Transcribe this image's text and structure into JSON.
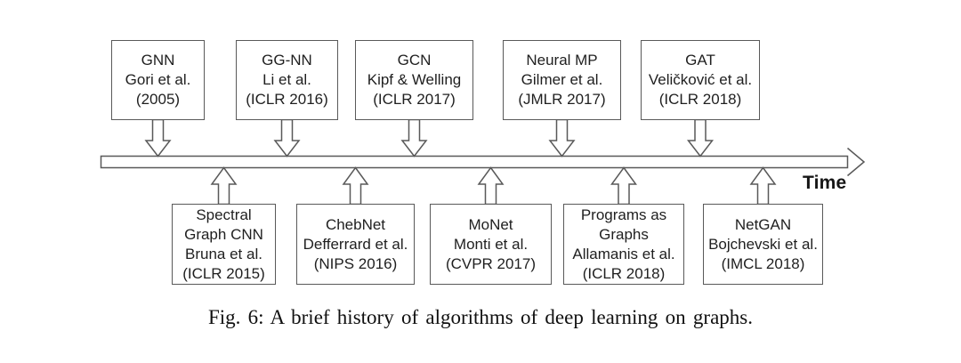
{
  "figure": {
    "caption": "Fig. 6: A brief history of algorithms of deep learning on graphs.",
    "time_axis_label": "Time"
  },
  "timeline": {
    "top_boxes": [
      {
        "id": "gnn",
        "lines": [
          "GNN",
          "Gori et al.",
          "(2005)"
        ]
      },
      {
        "id": "gg-nn",
        "lines": [
          "GG-NN",
          "Li et al.",
          "(ICLR 2016)"
        ]
      },
      {
        "id": "gcn",
        "lines": [
          "GCN",
          "Kipf & Welling",
          "(ICLR 2017)"
        ]
      },
      {
        "id": "neural-mp",
        "lines": [
          "Neural MP",
          "Gilmer et al.",
          "(JMLR 2017)"
        ]
      },
      {
        "id": "gat",
        "lines": [
          "GAT",
          "Veličković et al.",
          "(ICLR 2018)"
        ]
      }
    ],
    "bottom_boxes": [
      {
        "id": "spectral-graph-cnn",
        "lines": [
          "Spectral",
          "Graph CNN",
          "Bruna et al.",
          "(ICLR 2015)"
        ]
      },
      {
        "id": "chebnet",
        "lines": [
          "ChebNet",
          "Defferrard et al.",
          "(NIPS 2016)"
        ]
      },
      {
        "id": "monet",
        "lines": [
          "MoNet",
          "Monti et al.",
          "(CVPR 2017)"
        ]
      },
      {
        "id": "programs-as-graphs",
        "lines": [
          "Programs as",
          "Graphs",
          "Allamanis et al.",
          "(ICLR 2018)"
        ]
      },
      {
        "id": "netgan",
        "lines": [
          "NetGAN",
          "Bojchevski et al.",
          "(IMCL 2018)"
        ]
      }
    ]
  },
  "colors": {
    "line": "#595959",
    "text": "#1f1f1f",
    "background": "#ffffff"
  }
}
